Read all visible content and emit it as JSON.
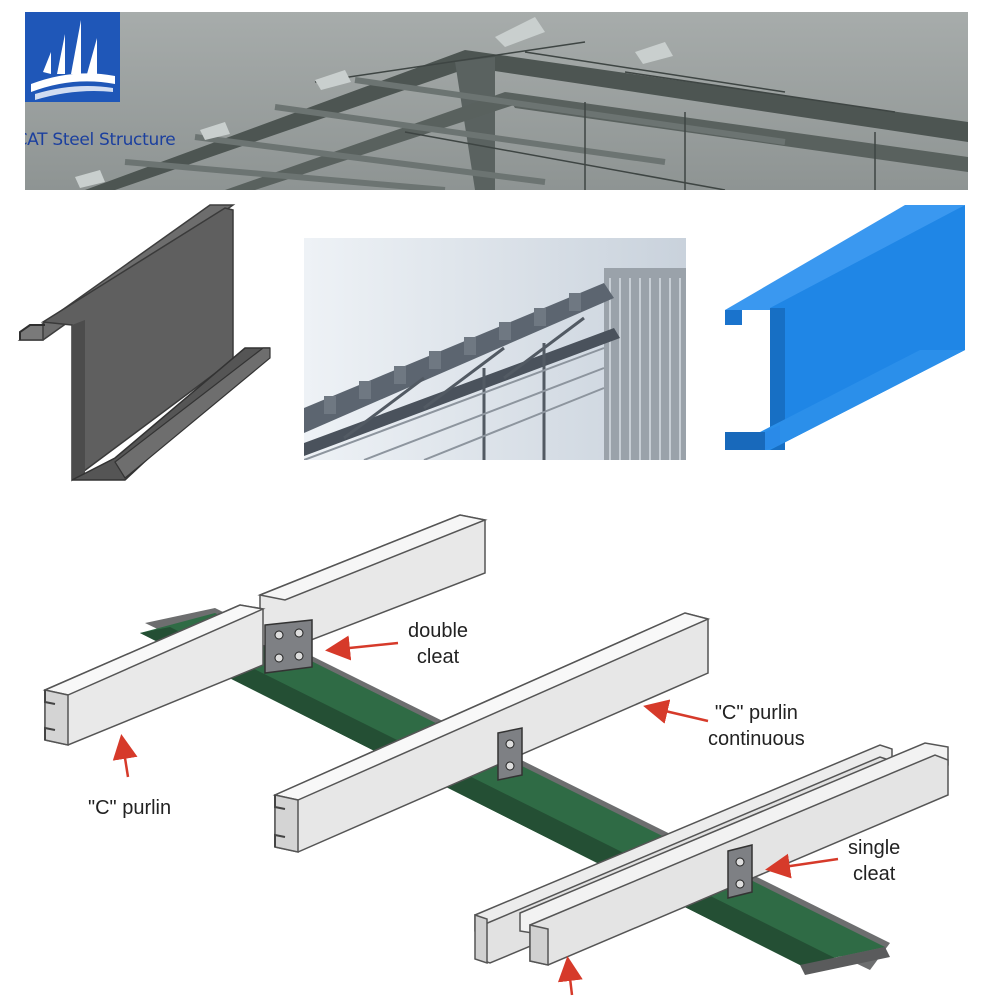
{
  "banner": {
    "brand_name": "CCAT Steel Structure",
    "logo_icon": "building-wave-logo-icon"
  },
  "colors": {
    "logo_blue": "#1f57b8",
    "z_purlin_gray": "#5d5d5d",
    "c_purlin_blue": "#1f86e6",
    "rafter_green": "#2f6b45",
    "arrow_red": "#d63a2a"
  },
  "diagram": {
    "label_double_cleat": [
      "double",
      "cleat"
    ],
    "label_c_continuous": [
      "\"C\" purlin",
      "continuous"
    ],
    "label_c_purlin": "\"C\" purlin",
    "label_single_cleat": [
      "single",
      "cleat"
    ]
  }
}
